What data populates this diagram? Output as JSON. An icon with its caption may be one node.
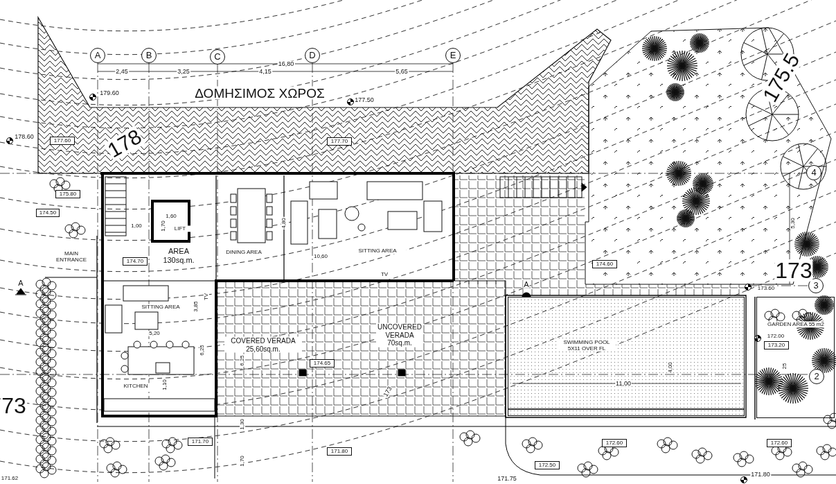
{
  "diagram": {
    "nodes": [
      {
        "text": [
          "A"
        ]
      },
      {
        "text": [
          "B"
        ]
      },
      {
        "text": [
          "C"
        ]
      },
      {
        "text": [
          "D"
        ]
      },
      {
        "text": [
          "E"
        ]
      },
      {
        "text": [
          "177.60"
        ]
      },
      {
        "text": [
          "177.70"
        ]
      },
      {
        "text": [
          "4"
        ]
      },
      {
        "text": [
          "175.80"
        ]
      },
      {
        "text": [
          "174.50"
        ]
      },
      {
        "text": [
          "AREA 130sq.m."
        ]
      },
      {
        "text": [
          "LIFT"
        ]
      },
      {
        "text": [
          "174.70"
        ]
      },
      {
        "text": [
          "DINING AREA",
          "SITTING AREA"
        ]
      },
      {
        "text": [
          "MAIN ENTRANCE"
        ]
      },
      {
        "text": [
          "174.60"
        ]
      },
      {
        "text": [
          "3"
        ]
      },
      {
        "text": [
          "SITTING AREA",
          "KITCHEN"
        ]
      },
      {
        "text": [
          "COVERED VERADA 25,60sq.m."
        ]
      },
      {
        "text": [
          "UNCOVERED VERADA 70sq.m."
        ]
      },
      {
        "text": [
          "174.65"
        ]
      },
      {
        "text": [
          "SWIMMING POOL 5X11 OVER FL"
        ]
      },
      {
        "text": [
          "GARDEN AREA 55 m2"
        ]
      },
      {
        "text": [
          "173.20"
        ],
        "in": 22
      },
      {
        "text": [
          "2"
        ],
        "in": 22
      },
      {
        "text": [
          "171.70"
        ]
      },
      {
        "text": [
          "171.80"
        ]
      },
      {
        "text": [
          "172.60"
        ]
      },
      {
        "text": [
          "172.60"
        ]
      },
      {
        "text": [
          "172.50"
        ]
      }
    ],
    "labels": [
      "16,80",
      "2,45",
      "3,25",
      "4,15",
      "5,65",
      "ΔΟΜΗΣΙΜΟΣ ΧΩΡΟΣ",
      "179.60",
      "177.50",
      "178.60",
      "178",
      "175.5",
      "1,70",
      "1,60",
      "1,00",
      "4,80",
      "10,60",
      "5,30",
      "173",
      "173.60",
      "TV",
      "A",
      "A",
      "TV",
      "3,85",
      "172.00",
      "5,20",
      "6,25",
      "6,25",
      "4,00",
      "25",
      "11,00",
      "1,10",
      "173",
      "73",
      "1,30",
      "1,70",
      "171.75",
      "171.80",
      "171.62"
    ]
  }
}
